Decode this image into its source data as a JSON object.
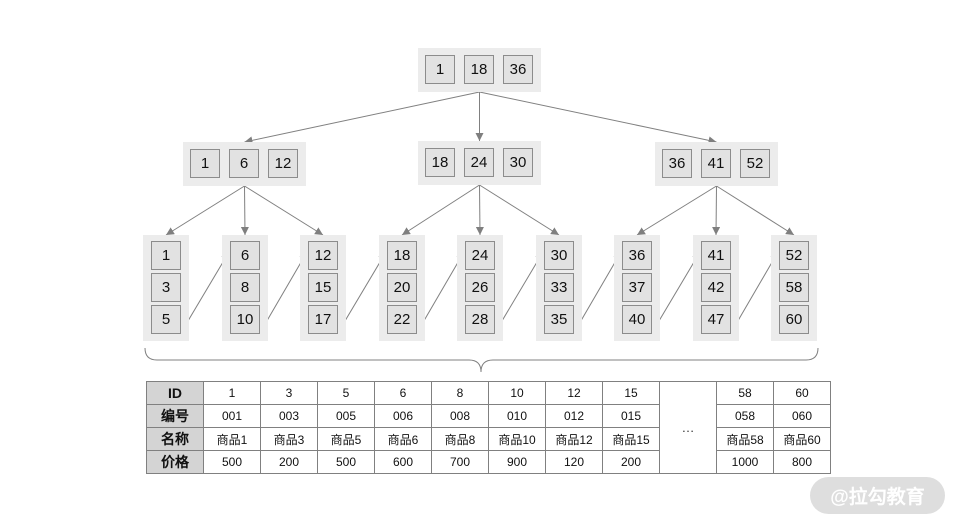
{
  "tree": {
    "root": [
      "1",
      "18",
      "36"
    ],
    "internal": [
      [
        "1",
        "6",
        "12"
      ],
      [
        "18",
        "24",
        "30"
      ],
      [
        "36",
        "41",
        "52"
      ]
    ],
    "leaves": [
      [
        "1",
        "3",
        "5"
      ],
      [
        "6",
        "8",
        "10"
      ],
      [
        "12",
        "15",
        "17"
      ],
      [
        "18",
        "20",
        "22"
      ],
      [
        "24",
        "26",
        "28"
      ],
      [
        "30",
        "33",
        "35"
      ],
      [
        "36",
        "37",
        "40"
      ],
      [
        "41",
        "42",
        "47"
      ],
      [
        "52",
        "58",
        "60"
      ]
    ]
  },
  "table": {
    "headers": {
      "id": "ID",
      "code": "编号",
      "name": "名称",
      "price": "价格"
    },
    "records": [
      {
        "id": "1",
        "code": "001",
        "name": "商品1",
        "price": "500"
      },
      {
        "id": "3",
        "code": "003",
        "name": "商品3",
        "price": "200"
      },
      {
        "id": "5",
        "code": "005",
        "name": "商品5",
        "price": "500"
      },
      {
        "id": "6",
        "code": "006",
        "name": "商品6",
        "price": "600"
      },
      {
        "id": "8",
        "code": "008",
        "name": "商品8",
        "price": "700"
      },
      {
        "id": "10",
        "code": "010",
        "name": "商品10",
        "price": "900"
      },
      {
        "id": "12",
        "code": "012",
        "name": "商品12",
        "price": "120"
      },
      {
        "id": "15",
        "code": "015",
        "name": "商品15",
        "price": "200"
      }
    ],
    "ellipsis": "…",
    "tail_records": [
      {
        "id": "58",
        "code": "058",
        "name": "商品58",
        "price": "1000"
      },
      {
        "id": "60",
        "code": "060",
        "name": "商品60",
        "price": "800"
      }
    ]
  },
  "watermark": "@拉勾教育"
}
